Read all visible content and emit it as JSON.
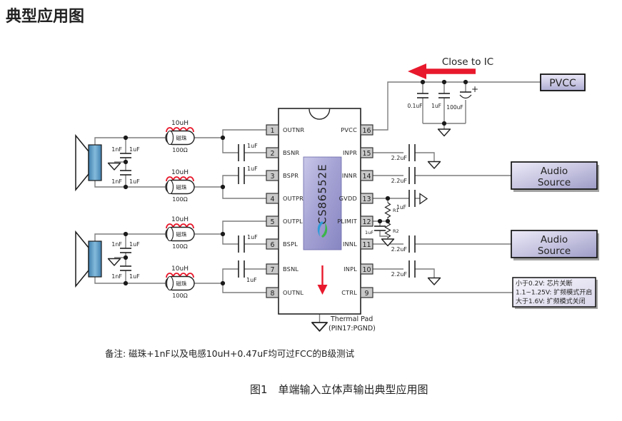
{
  "title": "典型应用图",
  "caption": "图1　单端输入立体声输出典型应用图",
  "remark": "备注: 磁珠+1nF以及电感10uH+0.47uF均可过FCC的B级测试",
  "close_to_ic": "Close to IC",
  "pvcc": {
    "label": "PVCC",
    "cap1": "0.1uF",
    "cap2": "1uF",
    "cap3": "100uF",
    "plus": "+"
  },
  "chip": {
    "part": "CS86552E",
    "left_pins": [
      {
        "n": "1",
        "name": "OUTNR"
      },
      {
        "n": "2",
        "name": "BSNR"
      },
      {
        "n": "3",
        "name": "BSPR"
      },
      {
        "n": "4",
        "name": "OUTPR"
      },
      {
        "n": "5",
        "name": "OUTPL"
      },
      {
        "n": "6",
        "name": "BSPL"
      },
      {
        "n": "7",
        "name": "BSNL"
      },
      {
        "n": "8",
        "name": "OUTNL"
      }
    ],
    "right_pins": [
      {
        "n": "16",
        "name": "PVCC"
      },
      {
        "n": "15",
        "name": "INPR"
      },
      {
        "n": "14",
        "name": "INNR"
      },
      {
        "n": "13",
        "name": "GVDD"
      },
      {
        "n": "12",
        "name": "PLIMIT"
      },
      {
        "n": "11",
        "name": "INNL"
      },
      {
        "n": "10",
        "name": "INPL"
      },
      {
        "n": "9",
        "name": "CTRL"
      }
    ],
    "thermal1": "Thermal Pad",
    "thermal2": "(PIN17:PGND)"
  },
  "output_filter": {
    "inductor": "10uH",
    "bead": "磁珠",
    "impedance": "100Ω",
    "cap_a": "1nF",
    "cap_b": "1uF"
  },
  "bootstrap_cap": "1uF",
  "input": {
    "coupling_cap": "2.2uF",
    "gvdd_cap": "1uF",
    "plimit_cap": "1uF",
    "r1": "R1",
    "r2": "R2"
  },
  "audio_source": {
    "line1": "Audio",
    "line2": "Source"
  },
  "ctrl_note": {
    "line1": "小于0.2V: 芯片关断",
    "line2": "1.1~1.25V: 扩频模式开启",
    "line3": "大于1.6V: 扩频模式关闭"
  },
  "colors": {
    "accent_red": "#e8192c",
    "chip_text": "#26267a",
    "logo_blue": "#2f9bd8",
    "logo_green": "#3cb54a"
  }
}
